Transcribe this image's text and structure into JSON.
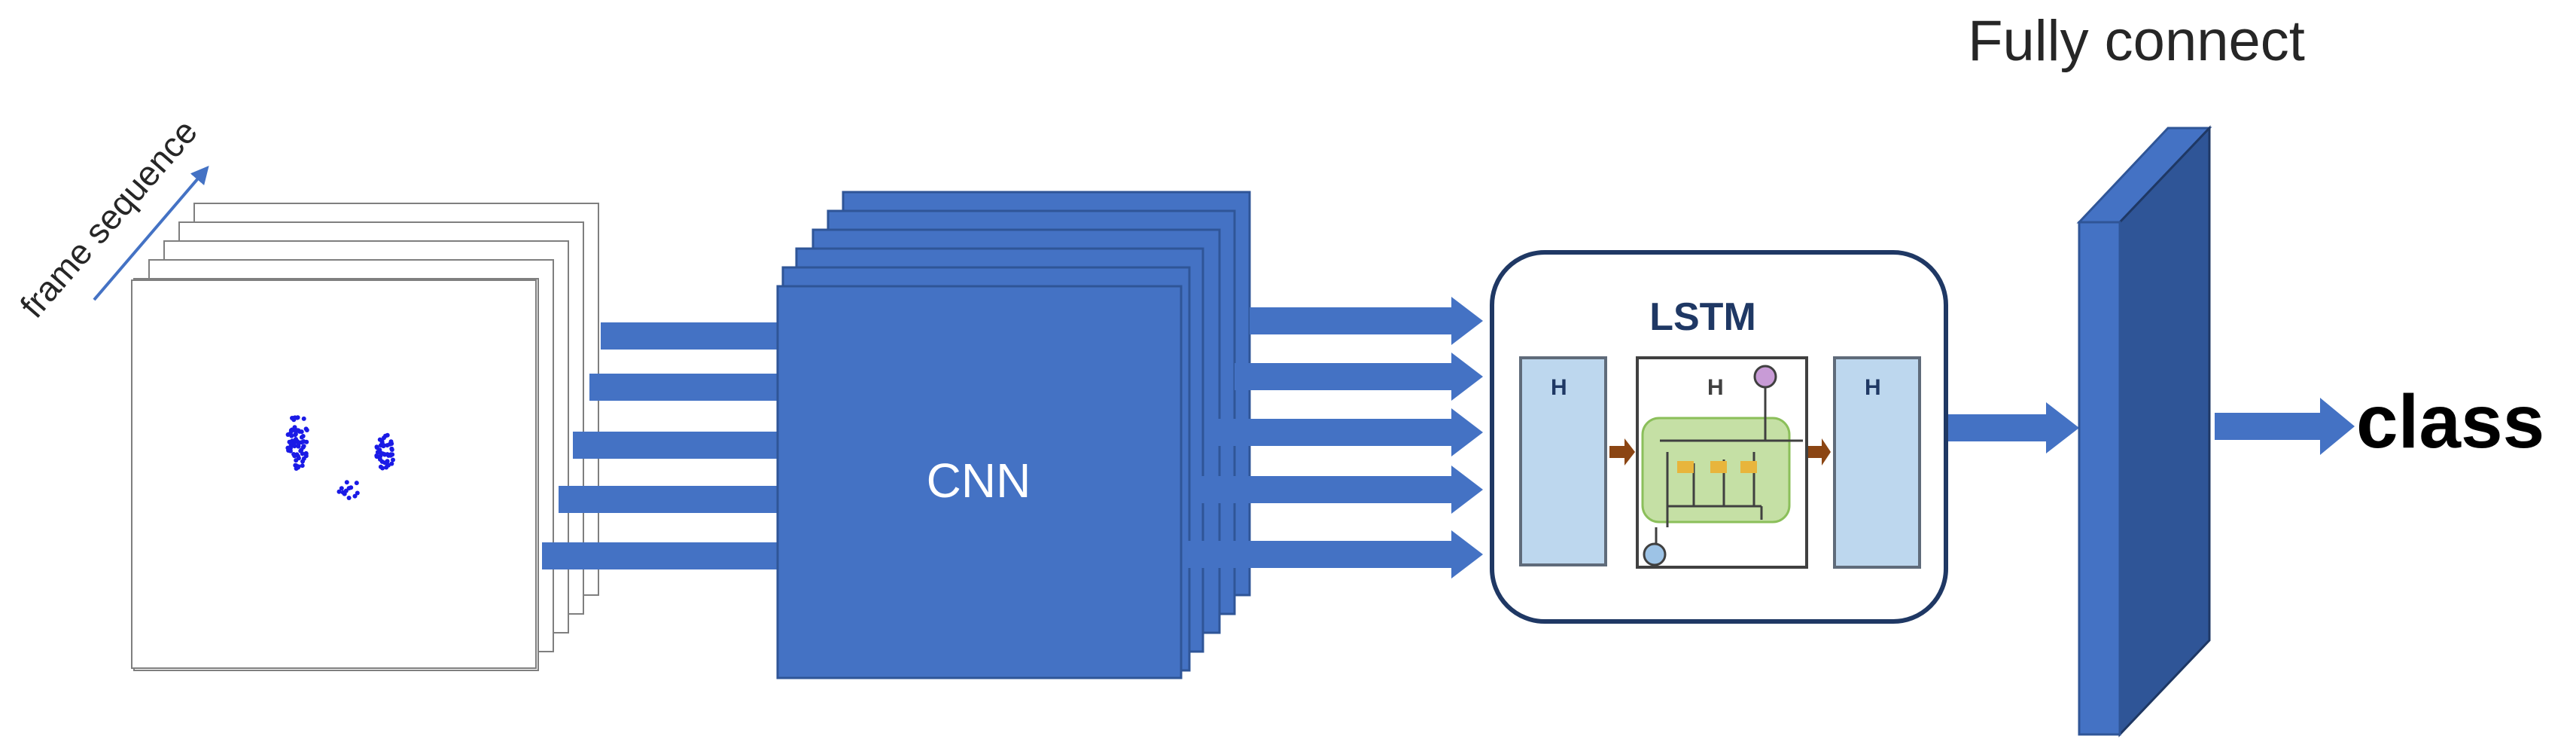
{
  "diagram": {
    "input": {
      "axis_label": "frame sequence"
    },
    "cnn": {
      "label": "CNN"
    },
    "lstm": {
      "title": "LSTM",
      "cells": {
        "left": "H",
        "center": "H",
        "right": "H"
      }
    },
    "fc": {
      "label": "Fully connect"
    },
    "output": {
      "label": "class"
    }
  },
  "colors": {
    "primary_blue": "#4472C4",
    "dark_blue": "#2F5597",
    "lstm_border": "#1F3864",
    "cell_fill": "#BDD7EE",
    "point_blue": "#1A1AE6"
  }
}
